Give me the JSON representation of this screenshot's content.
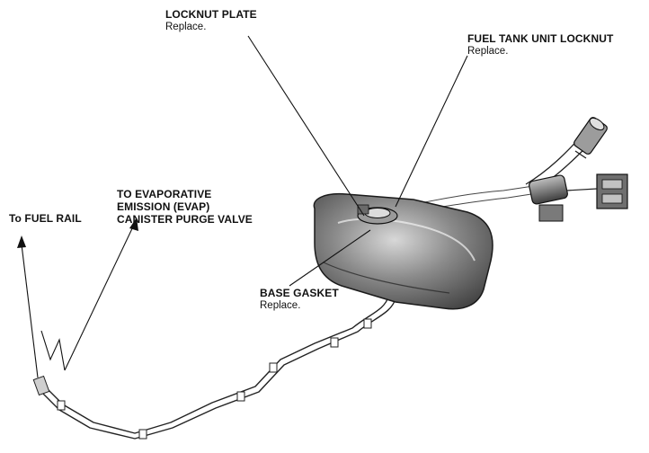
{
  "figure": {
    "callouts": {
      "locknut_plate": {
        "title": "LOCKNUT PLATE",
        "note": "Replace."
      },
      "fuel_tank_unit_locknut": {
        "title": "FUEL TANK UNIT LOCKNUT",
        "note": "Replace."
      },
      "evap": {
        "line1": "TO EVAPORATIVE",
        "line2": "EMISSION (EVAP)",
        "line3": "CANISTER PURGE VALVE"
      },
      "fuel_rail": {
        "title": "To FUEL RAIL"
      },
      "base_gasket": {
        "title": "BASE GASKET",
        "note": "Replace."
      }
    },
    "colors": {
      "ink": "#111111",
      "tank_dark": "#3a3a3a",
      "tank_mid": "#8a8a8a",
      "tank_light": "#d8d8d8",
      "background": "#ffffff"
    }
  }
}
